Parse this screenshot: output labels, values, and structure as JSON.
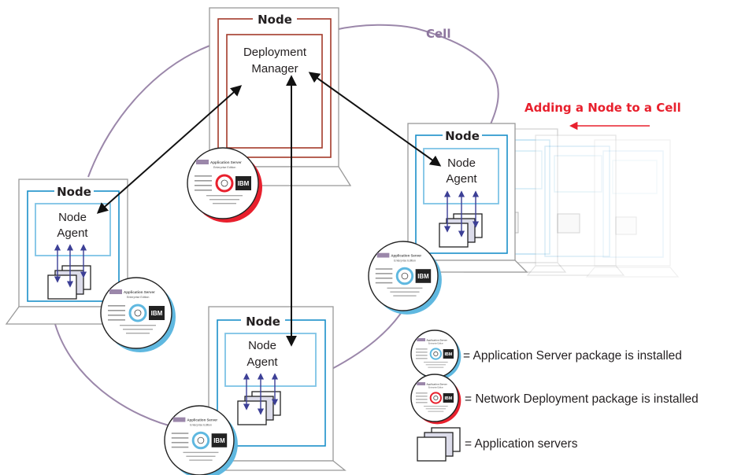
{
  "cell": {
    "label": "Cell"
  },
  "adding": {
    "label": "Adding a Node to a Cell"
  },
  "nodes": {
    "manager": {
      "title": "Node",
      "line1": "Deployment",
      "line2": "Manager"
    },
    "left": {
      "title": "Node",
      "line1": "Node",
      "line2": "Agent"
    },
    "bottom": {
      "title": "Node",
      "line1": "Node",
      "line2": "Agent"
    },
    "right": {
      "title": "Node",
      "line1": "Node",
      "line2": "Agent"
    }
  },
  "cd": {
    "product": "Application Server",
    "edition": "Enterprise Edition",
    "vendor": "IBM"
  },
  "legend": {
    "app_server_pkg": "= Application Server package is installed",
    "network_pkg": "= Network Deployment package is installed",
    "app_servers": "= Application servers"
  },
  "colors": {
    "cell_ring": "#9b87aa",
    "manager_frame": "#a33a2a",
    "node_frame": "#1a8fc9",
    "agent_box": "#7ec3e6",
    "arrow_blue": "#3c3f96",
    "accent_red": "#e8202d"
  }
}
